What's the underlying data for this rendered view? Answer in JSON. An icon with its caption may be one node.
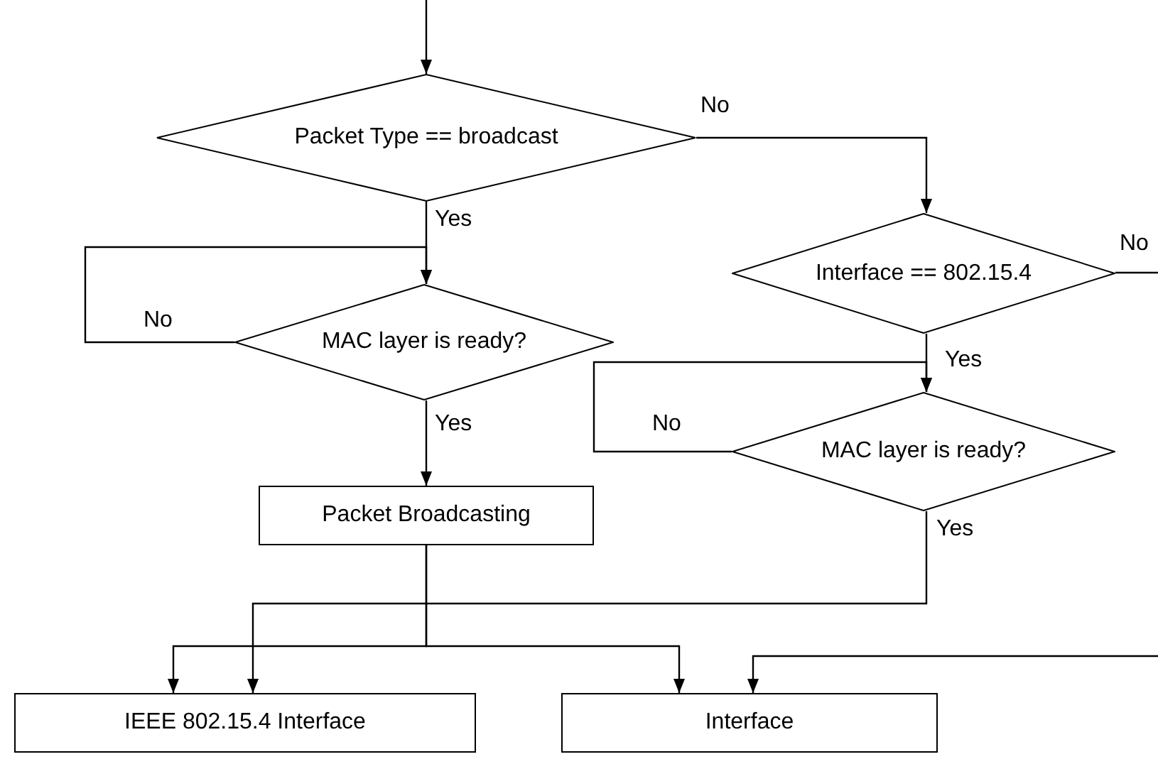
{
  "diagram": {
    "nodes": [
      {
        "text": [
          "Packet Type == broadcast"
        ]
      },
      {
        "text": [
          "Interface == 802.15.4"
        ]
      },
      {
        "text": [
          "MAC layer is ready?"
        ]
      },
      {
        "text": [
          "MAC layer is ready?"
        ]
      },
      {
        "text": [
          "Packet Broadcasting"
        ]
      },
      {
        "text": [
          "IEEE 802.15.4 Interface"
        ]
      },
      {
        "text": [
          "Interface"
        ]
      }
    ],
    "edges": [
      {
        "from": null,
        "to": 0,
        "arrow": "to"
      },
      {
        "from": 0,
        "to": 1,
        "label": "No",
        "arrow": "to"
      },
      {
        "from": 0,
        "to": 2,
        "label": "Yes",
        "arrow": "to"
      },
      {
        "from": 2,
        "to": 2,
        "label": "No",
        "arrow": "to"
      },
      {
        "from": 1,
        "to": null,
        "label": "No",
        "arrow": "none"
      },
      {
        "from": 1,
        "to": 3,
        "label": "Yes",
        "arrow": "to"
      },
      {
        "from": 3,
        "to": 3,
        "label": "No",
        "arrow": "to"
      },
      {
        "from": 2,
        "to": 4,
        "label": "Yes",
        "arrow": "to"
      },
      {
        "from": 3,
        "to": 5,
        "label": "Yes",
        "arrow": "to"
      },
      {
        "from": 4,
        "to": 5,
        "arrow": "to"
      },
      {
        "from": 4,
        "to": 6,
        "arrow": "to"
      },
      {
        "from": null,
        "to": 6,
        "arrow": "to"
      }
    ]
  }
}
